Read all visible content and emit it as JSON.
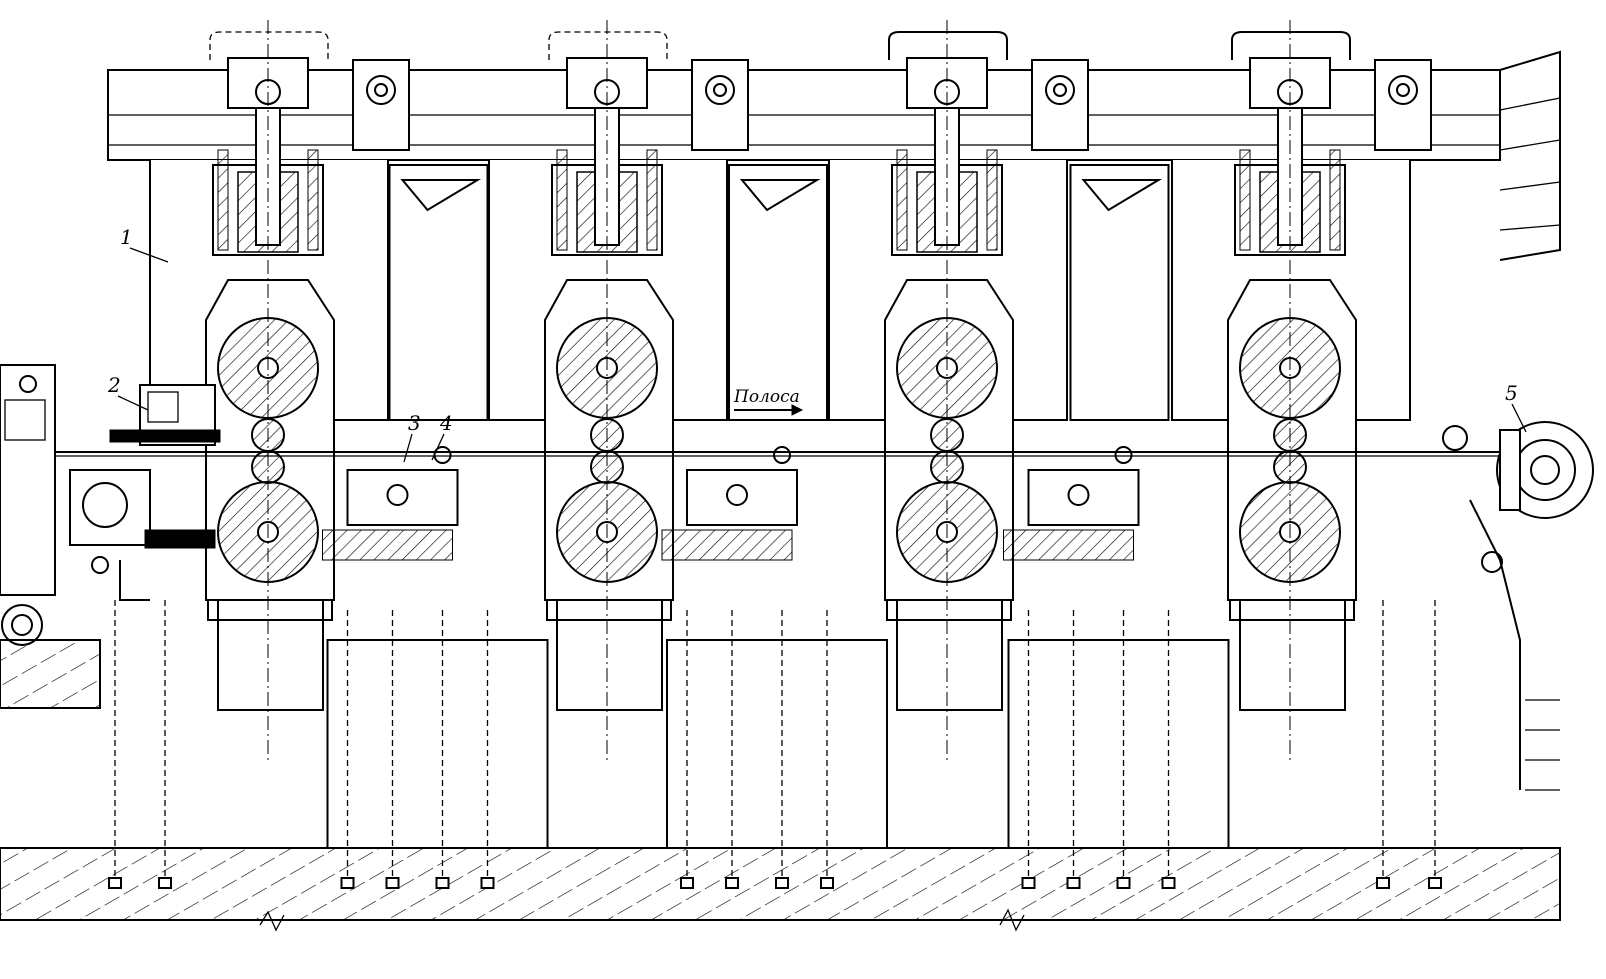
{
  "drawing": {
    "labels": {
      "l1": "1",
      "l2": "2",
      "l3": "3",
      "l4": "4",
      "l5": "5",
      "strip": "Полоса"
    },
    "stand_count": 4,
    "ink_color": "#000000",
    "paper_color": "#ffffff"
  }
}
